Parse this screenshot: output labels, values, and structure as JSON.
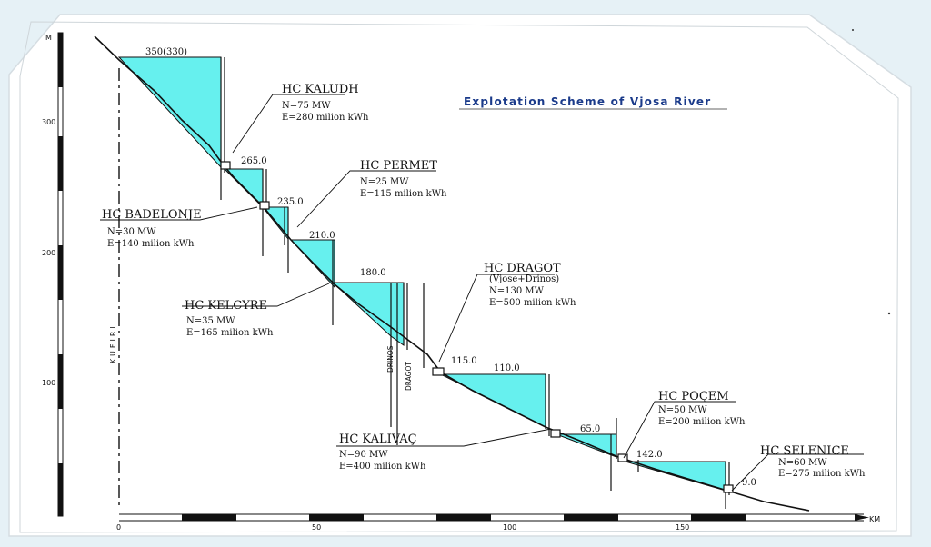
{
  "title": "Explotation Scheme of Vjosa River",
  "y_unit": "M",
  "x_unit": "KM",
  "y_ticks": [
    "300",
    "200",
    "100"
  ],
  "x_ticks": [
    "0",
    "50",
    "100",
    "150"
  ],
  "kufiri": "KUFIRI",
  "drinos": "DRINOS",
  "dragot_axis": "DRAGOT",
  "plants": [
    {
      "name": "HC KALUDH",
      "power": "N=75 MW",
      "energy": "E=280 milion kWh"
    },
    {
      "name": "HC PERMET",
      "power": "N=25 MW",
      "energy": "E=115 milion kWh"
    },
    {
      "name": "HC BADELONJE",
      "power": "N=30 MW",
      "energy": "E=140 milion kWh"
    },
    {
      "name": "HC DRAGOT",
      "sub": "(Vjose+Drinos)",
      "power": "N=130 MW",
      "energy": "E=500 milion kWh"
    },
    {
      "name": "HC KELCYRE",
      "power": "N=35 MW",
      "energy": "E=165 milion kWh"
    },
    {
      "name": "HC KALIVAÇ",
      "power": "N=90 MW",
      "energy": "E=400 milion kWh"
    },
    {
      "name": "HC POÇEM",
      "power": "N=50 MW",
      "energy": "E=200 milion kWh"
    },
    {
      "name": "HC SELENICE",
      "power": "N=60 MW",
      "energy": "E=275 milion kWh"
    }
  ],
  "elevations": [
    "350(330)",
    "265.0",
    "235.0",
    "210.0",
    "180.0",
    "115.0",
    "110.0",
    "65.0",
    "142.0",
    "9.0"
  ],
  "colors": {
    "water": "#66f0ee",
    "background": "#e6f1f6",
    "line": "#111111",
    "title": "#1a3a8a"
  }
}
